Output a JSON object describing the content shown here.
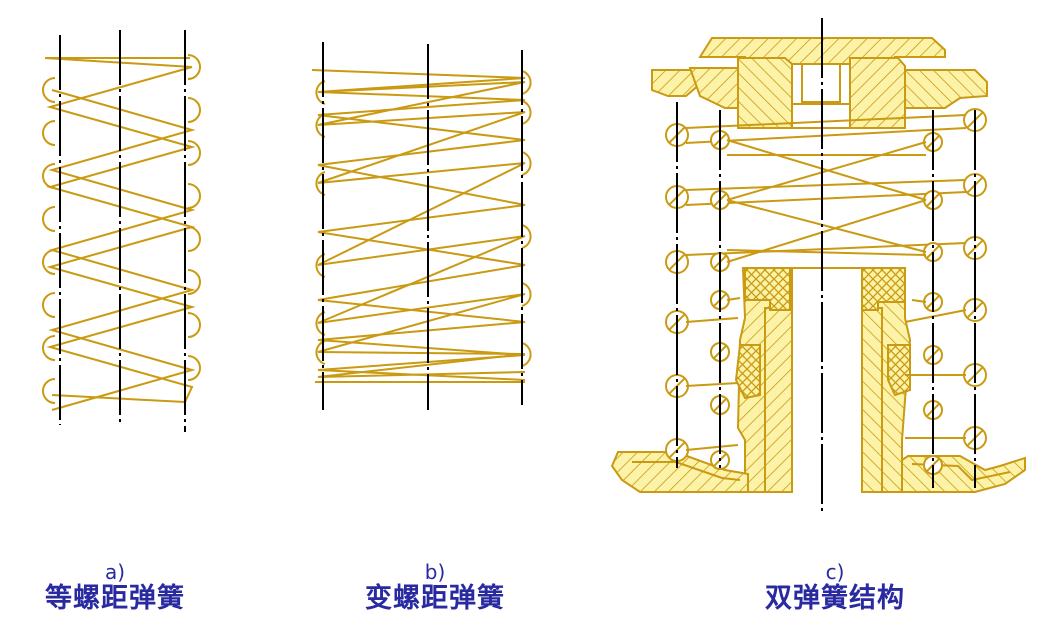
{
  "colors": {
    "spring": "#C99A12",
    "hatch_fill": "#FDF3A8",
    "axis": "#000000",
    "caption": "#2A2AA0"
  },
  "figures": [
    {
      "id": "a",
      "letter": "a)",
      "name": "等螺距弹簧"
    },
    {
      "id": "b",
      "letter": "b)",
      "name": "变螺距弹簧"
    },
    {
      "id": "c",
      "letter": "c)",
      "name": "双弹簧结构"
    }
  ]
}
